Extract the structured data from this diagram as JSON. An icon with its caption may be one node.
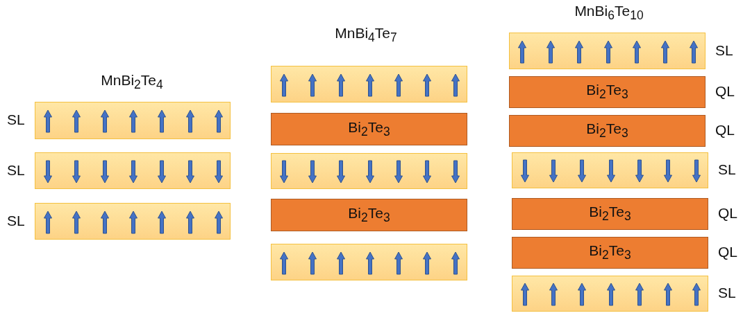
{
  "diagram": {
    "nodes": [
      {
        "text": [],
        "shape": "box",
        "beside": [
          "SL"
        ]
      },
      {
        "text": [],
        "shape": "box",
        "beside": [
          "SL"
        ]
      },
      {
        "text": [],
        "shape": "box",
        "beside": [
          "SL"
        ]
      },
      {
        "text": [],
        "shape": "box"
      },
      {
        "text": [
          "Bi$_{2}$Te$_{3}$"
        ]
      },
      {
        "text": [],
        "shape": "box"
      },
      {
        "text": [
          "Bi$_{2}$Te$_{3}$"
        ]
      },
      {
        "text": [],
        "shape": "box"
      },
      {
        "text": [],
        "shape": "box",
        "beside": [
          "SL"
        ]
      },
      {
        "text": [
          "Bi$_{2}$Te$_{3}$"
        ],
        "beside": [
          "QL"
        ]
      },
      {
        "text": [
          "Bi$_{2}$Te$_{3}$"
        ],
        "beside": [
          "QL"
        ]
      },
      {
        "text": [],
        "shape": "box",
        "beside": [
          "SL"
        ]
      },
      {
        "text": [
          "Bi$_{2}$Te$_{3}$"
        ],
        "beside": [
          "QL"
        ]
      },
      {
        "text": [
          "Bi$_{2}$Te$_{3}$"
        ],
        "beside": [
          "QL"
        ]
      },
      {
        "text": [],
        "shape": "box",
        "beside": [
          "SL"
        ]
      }
    ],
    "labels": [
      "MnBi$_{6}$Te$_{10}$",
      "MnBi$_{4}$Te$_{7}$",
      "MnBi$_{2}$Te$_{4}$"
    ]
  }
}
